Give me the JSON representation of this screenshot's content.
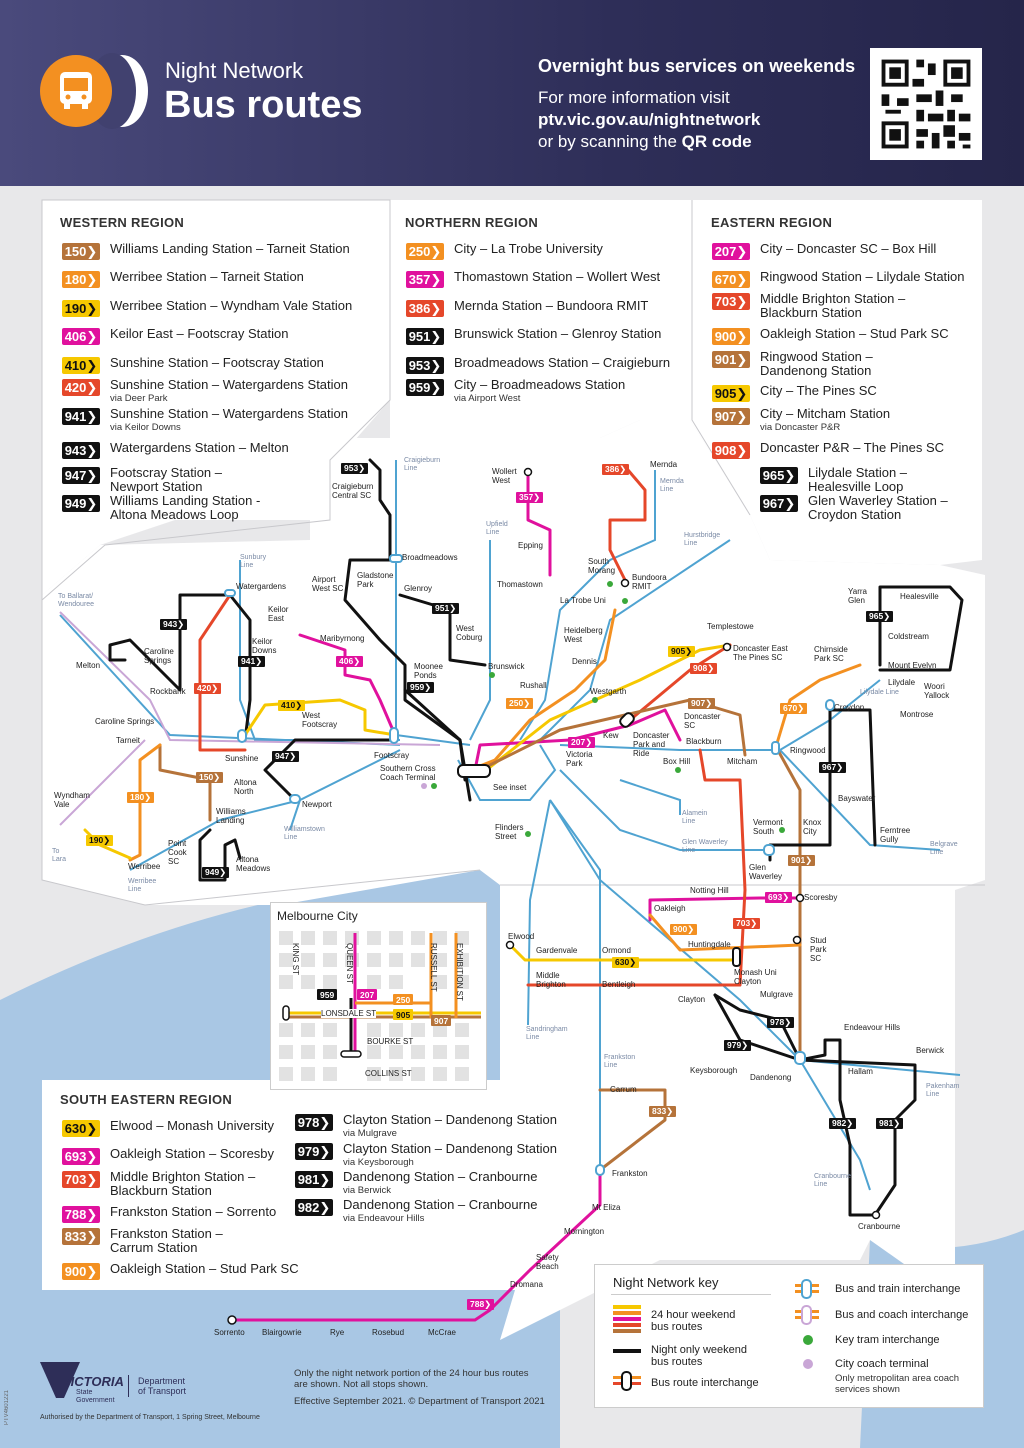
{
  "header": {
    "subtitle": "Night Network",
    "title": "Bus routes",
    "tagline": "Overnight bus services on weekends",
    "info_line1": "For more information visit",
    "info_url": "ptv.vic.gov.au/nightnetwork",
    "info_line3": "or by scanning the",
    "info_qr": "QR code"
  },
  "colors": {
    "brown": "#b5733a",
    "orange": "#f39021",
    "yellow": "#f6c800",
    "magenta": "#e0119d",
    "red": "#e5472a",
    "black": "#111111",
    "train": "#4fa3d1",
    "coach": "#c9a6d6",
    "navy": "#2e2e58"
  },
  "regions": {
    "western": {
      "title": "WESTERN REGION",
      "routes": [
        {
          "num": "150",
          "text": "Williams Landing Station – Tarneit Station",
          "via": "",
          "color": "#b5733a"
        },
        {
          "num": "180",
          "text": "Werribee Station – Tarneit Station",
          "via": "",
          "color": "#f39021"
        },
        {
          "num": "190",
          "text": "Werribee Station – Wyndham Vale Station",
          "via": "",
          "color": "#f6c800"
        },
        {
          "num": "406",
          "text": "Keilor East – Footscray Station",
          "via": "",
          "color": "#e0119d"
        },
        {
          "num": "410",
          "text": "Sunshine Station – Footscray Station",
          "via": "",
          "color": "#f6c800"
        },
        {
          "num": "420",
          "text": "Sunshine Station – Watergardens Station",
          "via": "via Deer Park",
          "color": "#e5472a"
        },
        {
          "num": "941",
          "text": "Sunshine Station – Watergardens Station",
          "via": "via Keilor Downs",
          "color": "#111111"
        },
        {
          "num": "943",
          "text": "Watergardens Station – Melton",
          "via": "",
          "color": "#111111"
        },
        {
          "num": "947",
          "text": "Footscray Station –\nNewport Station",
          "via": "",
          "color": "#111111"
        },
        {
          "num": "949",
          "text": "Williams Landing Station -\nAltona Meadows Loop",
          "via": "",
          "color": "#111111"
        }
      ]
    },
    "northern": {
      "title": "NORTHERN REGION",
      "routes": [
        {
          "num": "250",
          "text": "City – La Trobe University",
          "via": "",
          "color": "#f39021"
        },
        {
          "num": "357",
          "text": "Thomastown Station – Wollert West",
          "via": "",
          "color": "#e0119d"
        },
        {
          "num": "386",
          "text": "Mernda Station – Bundoora RMIT",
          "via": "",
          "color": "#e5472a"
        },
        {
          "num": "951",
          "text": "Brunswick Station – Glenroy Station",
          "via": "",
          "color": "#111111"
        },
        {
          "num": "953",
          "text": "Broadmeadows Station – Craigieburn",
          "via": "",
          "color": "#111111"
        },
        {
          "num": "959",
          "text": "City – Broadmeadows Station",
          "via": "via Airport West",
          "color": "#111111"
        }
      ]
    },
    "eastern": {
      "title": "EASTERN REGION",
      "routes": [
        {
          "num": "207",
          "text": "City – Doncaster SC – Box Hill",
          "via": "",
          "color": "#e0119d"
        },
        {
          "num": "670",
          "text": "Ringwood Station – Lilydale Station",
          "via": "",
          "color": "#f39021"
        },
        {
          "num": "703",
          "text": "Middle Brighton Station –\nBlackburn Station",
          "via": "",
          "color": "#e5472a"
        },
        {
          "num": "900",
          "text": "Oakleigh Station – Stud Park SC",
          "via": "",
          "color": "#f39021"
        },
        {
          "num": "901",
          "text": "Ringwood Station –\nDandenong Station",
          "via": "",
          "color": "#b5733a"
        },
        {
          "num": "905",
          "text": "City – The Pines SC",
          "via": "",
          "color": "#f6c800"
        },
        {
          "num": "907",
          "text": "City – Mitcham Station",
          "via": "via Doncaster P&R",
          "color": "#b5733a"
        },
        {
          "num": "908",
          "text": "Doncaster P&R – The Pines SC",
          "via": "",
          "color": "#e5472a"
        },
        {
          "num": "965",
          "text": "Lilydale Station –\nHealesville Loop",
          "via": "",
          "color": "#111111"
        },
        {
          "num": "967",
          "text": "Glen Waverley Station –\nCroydon Station",
          "via": "",
          "color": "#111111"
        }
      ]
    },
    "southeastern": {
      "title": "SOUTH EASTERN REGION",
      "routes_left": [
        {
          "num": "630",
          "text": "Elwood – Monash University",
          "via": "",
          "color": "#f6c800"
        },
        {
          "num": "693",
          "text": "Oakleigh Station – Scoresby",
          "via": "",
          "color": "#e0119d"
        },
        {
          "num": "703",
          "text": "Middle Brighton Station –\nBlackburn Station",
          "via": "",
          "color": "#e5472a"
        },
        {
          "num": "788",
          "text": "Frankston Station – Sorrento",
          "via": "",
          "color": "#e0119d"
        },
        {
          "num": "833",
          "text": "Frankston Station –\nCarrum Station",
          "via": "",
          "color": "#b5733a"
        },
        {
          "num": "900",
          "text": "Oakleigh Station – Stud Park SC",
          "via": "",
          "color": "#f39021"
        }
      ],
      "routes_right": [
        {
          "num": "978",
          "text": "Clayton Station – Dandenong Station",
          "via": "via Mulgrave",
          "color": "#111111"
        },
        {
          "num": "979",
          "text": "Clayton Station – Dandenong Station",
          "via": "via Keysborough",
          "color": "#111111"
        },
        {
          "num": "981",
          "text": "Dandenong Station – Cranbourne",
          "via": "via Berwick",
          "color": "#111111"
        },
        {
          "num": "982",
          "text": "Dandenong Station – Cranbourne",
          "via": "via Endeavour Hills",
          "color": "#111111"
        }
      ]
    }
  },
  "inset": {
    "title": "Melbourne City",
    "streets": [
      "KING ST",
      "QUEEN ST",
      "RUSSELL ST",
      "EXHIBITION ST",
      "LONSDALE ST",
      "BOURKE ST",
      "COLLINS ST"
    ],
    "badges": [
      "959",
      "207",
      "250",
      "905",
      "907"
    ]
  },
  "stops": {
    "craigieburn": "Craigieburn\nCentral SC",
    "craigieburn_line": "Craigieburn\nLine",
    "broadmeadows": "Broadmeadows",
    "gladstone": "Gladstone\nPark",
    "airport_west": "Airport\nWest SC",
    "glenroy": "Glenroy",
    "west_coburg": "West\nCoburg",
    "brunswick": "Brunswick",
    "moonee_ponds": "Moonee\nPonds",
    "wollert": "Wollert\nWest",
    "epping": "Epping",
    "thomastown": "Thomastown",
    "upfield": "Upfield\nLine",
    "mernda": "Mernda",
    "mernda_line": "Mernda\nLine",
    "south_morang": "South\nMorang",
    "bundoora": "Bundoora\nRMIT",
    "hurstbridge": "Hurstbridge\nLine",
    "latrobe": "La Trobe Uni",
    "heidelberg": "Heidelberg\nWest",
    "dennis": "Dennis",
    "rushall": "Rushall",
    "westgarth": "Westgarth",
    "templestowe": "Templestowe",
    "doncaster_east": "Doncaster East\nThe Pines SC",
    "doncaster_sc": "Doncaster\nSC",
    "doncaster_pr": "Doncaster\nPark and\nRide",
    "kew": "Kew",
    "victoria_park": "Victoria\nPark",
    "box_hill": "Box Hill",
    "blackburn": "Blackburn",
    "mitcham": "Mitcham",
    "ringwood": "Ringwood",
    "croydon": "Croydon",
    "montrose": "Montrose",
    "chirnside": "Chirnside\nPark SC",
    "lilydale": "Lilydale",
    "lilydale_line": "Lilydale Line",
    "yarra_glen": "Yarra\nGlen",
    "healesville": "Healesville",
    "coldstream": "Coldstream",
    "mount_evelyn": "Mount Evelyn",
    "woori_yallock": "Woori\nYallock",
    "bayswater": "Bayswater",
    "ferntree": "Ferntree\nGully",
    "belgrave": "Belgrave\nLine",
    "knox": "Knox\nCity",
    "vermont": "Vermont\nSouth",
    "glen_waverley": "Glen\nWaverley",
    "glen_waverley_line": "Glen Waverley\nLine",
    "alamein": "Alamein\nLine",
    "flinders": "Flinders\nStreet",
    "see_inset": "See inset",
    "southern_cross": "Southern Cross\nCoach Terminal",
    "footscray": "Footscray",
    "west_footscray": "West\nFootscray",
    "sunshine": "Sunshine",
    "watergardens": "Watergardens",
    "sunbury": "Sunbury\nLine",
    "keilor_downs": "Keilor\nDowns",
    "keilor_east": "Keilor\nEast",
    "maribyrnong": "Maribyrnong",
    "melton": "Melton",
    "caroline_springs": "Caroline\nSprings",
    "caroline_springs_st": "Caroline Springs",
    "rockbank": "Rockbank",
    "ballarat": "To Ballarat/\nWendouree",
    "tarneit": "Tarneit",
    "wyndham_vale": "Wyndham\nVale",
    "to_lara": "To\nLara",
    "werribee": "Werribee",
    "werribee_line": "Werribee\nLine",
    "point_cook": "Point\nCook\nSC",
    "altona_meadows": "Altona\nMeadows",
    "williams_landing": "Williams\nLanding",
    "altona_north": "Altona\nNorth",
    "newport": "Newport",
    "williamstown": "Williamstown\nLine",
    "notting_hill": "Notting Hill",
    "scoresby": "Scoresby",
    "oakleigh": "Oakleigh",
    "huntingdale": "Huntingdale",
    "stud_park": "Stud\nPark\nSC",
    "monash": "Monash Uni\nClayton",
    "clayton": "Clayton",
    "mulgrave": "Mulgrave",
    "elwood": "Elwood",
    "gardenvale": "Gardenvale",
    "ormond": "Ormond",
    "middle_brighton": "Middle\nBrighton",
    "bentleigh": "Bentleigh",
    "sandringham": "Sandringham\nLine",
    "keysborough": "Keysborough",
    "dandenong": "Dandenong",
    "endeavour_hills": "Endeavour Hills",
    "hallam": "Hallam",
    "berwick": "Berwick",
    "pakenham": "Pakenham\nLine",
    "cranbourne": "Cranbourne",
    "cranbourne_line": "Cranbourne\nLine",
    "frankston_line": "Frankston\nLine",
    "carrum": "Carrum",
    "frankston": "Frankston",
    "mt_eliza": "Mt Eliza",
    "mornington": "Mornington",
    "safety_beach": "Safety\nBeach",
    "dromana": "Dromana",
    "sorrento": "Sorrento",
    "blairgowrie": "Blairgowrie",
    "rye": "Rye",
    "rosebud": "Rosebud",
    "mccrae": "McCrae"
  },
  "key": {
    "title": "Night Network key",
    "k1": "24 hour weekend\nbus routes",
    "k2": "Night only weekend\nbus routes",
    "k3": "Bus route interchange",
    "k4": "Bus and train interchange",
    "k5": "Bus and coach interchange",
    "k6": "Key tram interchange",
    "k7": "City coach terminal",
    "k7_sub": "Only metropolitan area coach\nservices shown"
  },
  "footer": {
    "note": "Only the night network portion of the 24 hour bus routes\nare shown. Not all stops shown.",
    "effective": "Effective September 2021. © Department of Transport 2021",
    "auth": "Authorised by the Department of Transport, 1 Spring Street, Melbourne",
    "vic": "VICTORIA",
    "state_gov": "State\nGovernment",
    "dept": "Department\nof Transport",
    "code": "PTV4601221"
  }
}
